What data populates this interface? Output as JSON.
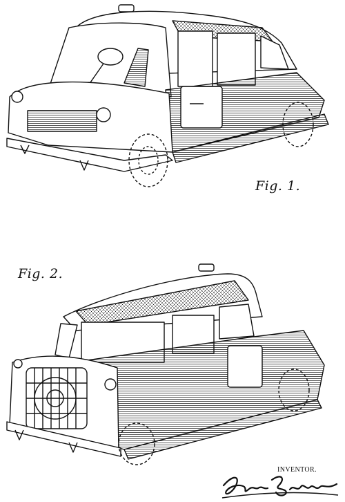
{
  "figures": [
    {
      "label": "Fig. 1."
    },
    {
      "label": "Fig. 2."
    }
  ],
  "inventor": {
    "caption": "INVENTOR.",
    "signature": "Lynn Brodton"
  },
  "colors": {
    "ink": "#111111",
    "paper": "#ffffff"
  }
}
